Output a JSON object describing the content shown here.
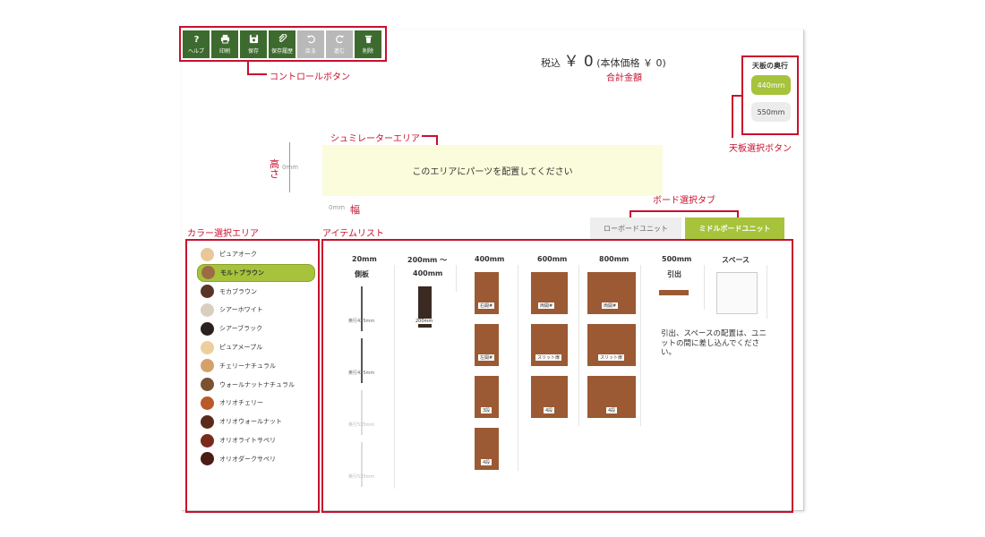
{
  "toolbar": {
    "buttons": [
      {
        "label": "ヘルプ",
        "icon": "help-icon"
      },
      {
        "label": "印刷",
        "icon": "print-icon"
      },
      {
        "label": "保存",
        "icon": "save-icon"
      },
      {
        "label": "保存履歴",
        "icon": "history-icon"
      },
      {
        "label": "戻る",
        "icon": "undo-icon"
      },
      {
        "label": "進む",
        "icon": "redo-icon"
      },
      {
        "label": "削除",
        "icon": "trash-icon"
      }
    ]
  },
  "price": {
    "prefix": "税込",
    "amount": "￥ 0",
    "base": "(本体価格 ￥ 0)"
  },
  "depth": {
    "title": "天板の奥行",
    "options": [
      "440mm",
      "550mm"
    ],
    "selected": "440mm"
  },
  "simulator": {
    "placeholder": "このエリアにパーツを配置してください",
    "height_label": "高さ",
    "height_value": "0mm",
    "width_label": "幅",
    "width_value": "0mm"
  },
  "tabs": {
    "low": "ローボードユニット",
    "mid": "ミドルボードユニット",
    "selected": "mid"
  },
  "colors": {
    "selected": "モルトブラウン",
    "items": [
      {
        "name": "ピュアオーク",
        "swatch": "#e8c79b"
      },
      {
        "name": "モルトブラウン",
        "swatch": "#9c6b44"
      },
      {
        "name": "モカブラウン",
        "swatch": "#5a3426"
      },
      {
        "name": "シアーホワイト",
        "swatch": "#d9cfbf"
      },
      {
        "name": "シアーブラック",
        "swatch": "#2b211d"
      },
      {
        "name": "ピュアメープル",
        "swatch": "#edcf9e"
      },
      {
        "name": "チェリーナチュラル",
        "swatch": "#d6a06a"
      },
      {
        "name": "ウォールナットナチュラル",
        "swatch": "#7a5232"
      },
      {
        "name": "オリオチェリー",
        "swatch": "#b85a2a"
      },
      {
        "name": "オリオウォールナット",
        "swatch": "#5b2a1a"
      },
      {
        "name": "オリオライトサペリ",
        "swatch": "#7a2a1c"
      },
      {
        "name": "オリオダークサペリ",
        "swatch": "#4a1c14"
      }
    ]
  },
  "items": {
    "col1_size": "20mm",
    "col1_title": "側板",
    "col1_labels": [
      "奥行425mm",
      "奥行425mm",
      "奥行535mm",
      "奥行535mm"
    ],
    "col2_size_a": "200mm 〜",
    "col2_size_b": "400mm",
    "col2_label": "200mm",
    "col3_size": "400mm",
    "col3_labels": [
      "右開#",
      "左開#",
      "3段",
      "4段"
    ],
    "col4_size": "600mm",
    "col4_labels": [
      "両開#",
      "スリット扉",
      "4段"
    ],
    "col5_size": "800mm",
    "col5_labels": [
      "両開#",
      "スリット扉",
      "4段"
    ],
    "col6_size": "500mm",
    "col6_title": "引出",
    "col7_title": "スペース",
    "note": "引出、スペースの配置は、ユニットの間に差し込んでください。"
  },
  "annotations": {
    "control": "コントロールボタン",
    "total": "合計金額",
    "depth_select": "天板選択ボタン",
    "simulator": "シュミレーターエリア",
    "board_tab": "ボード選択タブ",
    "height": "高さ",
    "width": "幅",
    "color_area": "カラー選択エリア",
    "item_list": "アイテムリスト"
  },
  "colors_theme": {
    "toolbar_green": "#3d6b2f",
    "accent_lime": "#a6c33b",
    "annotation_red": "#c8102e",
    "wood": "#9b5a33"
  }
}
